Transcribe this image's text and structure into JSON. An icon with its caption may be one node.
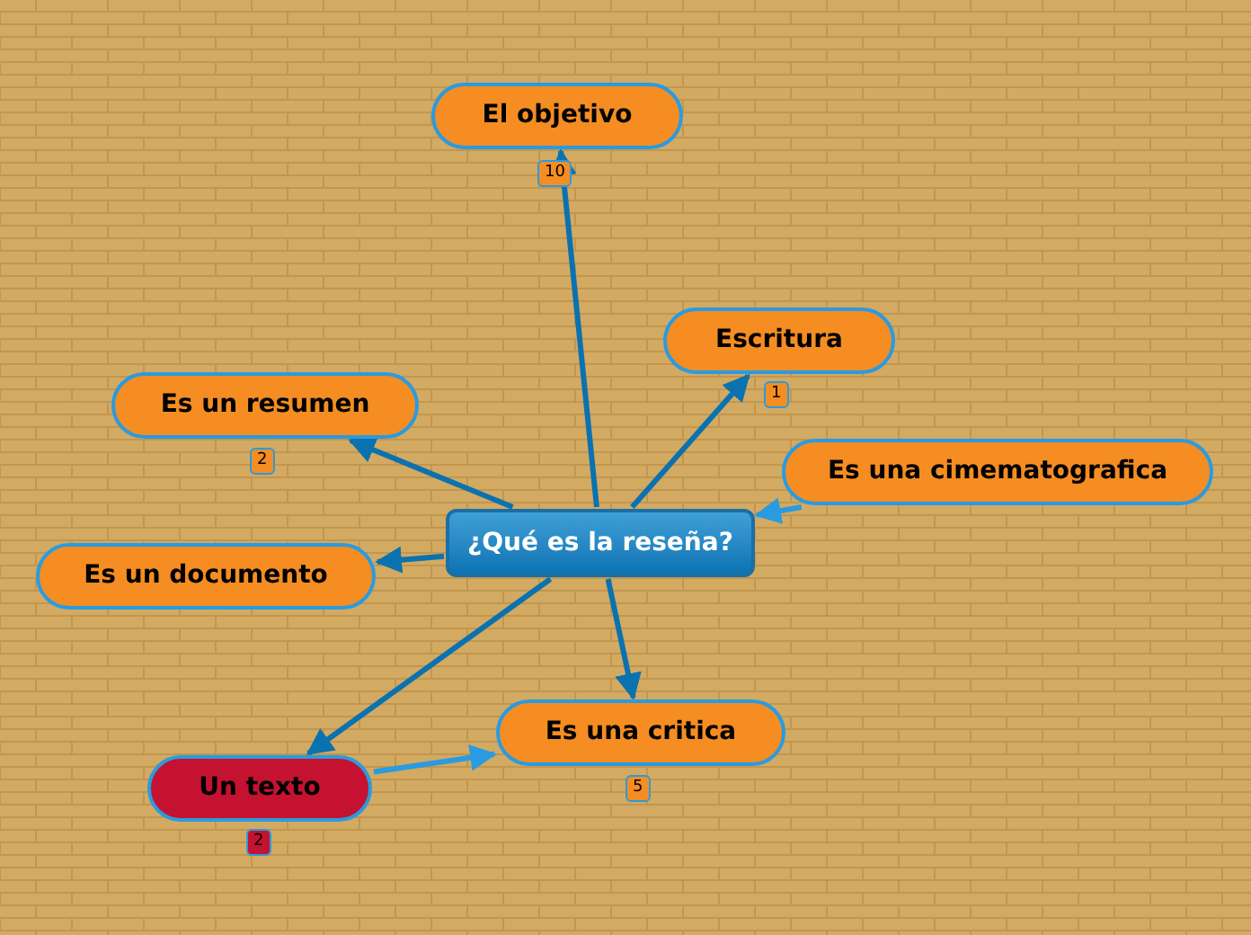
{
  "diagram": {
    "nodes": [
      {
        "text": [
          "¿Qué es la reseña?"
        ]
      },
      {
        "text": [
          "El objetivo"
        ],
        "beside": [
          "10"
        ]
      },
      {
        "text": [
          "Escritura"
        ],
        "beside": [
          "1"
        ]
      },
      {
        "text": [
          "Es una cimematografica"
        ]
      },
      {
        "text": [
          "Es un resumen"
        ],
        "beside": [
          "2"
        ]
      },
      {
        "text": [
          "Es un documento"
        ]
      },
      {
        "text": [
          "Un texto"
        ],
        "beside": [
          "2"
        ]
      },
      {
        "text": [
          "Es una critica"
        ],
        "beside": [
          "5"
        ]
      }
    ],
    "edges": [
      {
        "from": 0,
        "to": 1,
        "arrow": "to"
      },
      {
        "from": 0,
        "to": 2,
        "arrow": "to"
      },
      {
        "from": 3,
        "to": 0,
        "arrow": "to",
        "color": "#2a9be0"
      },
      {
        "from": 0,
        "to": 4,
        "arrow": "to"
      },
      {
        "from": 0,
        "to": 5,
        "arrow": "to"
      },
      {
        "from": 0,
        "to": 6,
        "arrow": "to"
      },
      {
        "from": 0,
        "to": 7,
        "arrow": "to"
      },
      {
        "from": 6,
        "to": 7,
        "arrow": "to",
        "color": "#2a9be0"
      }
    ]
  }
}
